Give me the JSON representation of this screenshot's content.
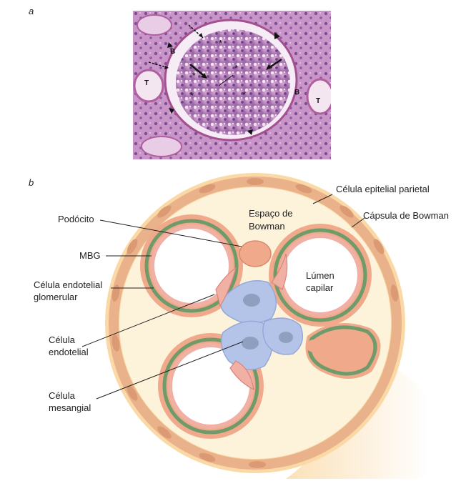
{
  "panel_a": {
    "letter": "a",
    "marks": {
      "bowman": "B",
      "tubule": "T"
    }
  },
  "panel_b": {
    "letter": "b",
    "labels": {
      "parietal": "Célula epitelial parietal",
      "capsule": "Cápsula de Bowman",
      "podocyte": "Podócito",
      "space_line1": "Espaço de",
      "space_line2": "Bowman",
      "mbg": "MBG",
      "glom_endo_line1": "Célula endotelial",
      "glom_endo_line2": "glomerular",
      "lumen_line1": "Lúmen",
      "lumen_line2": "capilar",
      "endo_line1": "Célula",
      "endo_line2": "endotelial",
      "mes_line1": "Célula",
      "mes_line2": "mesangial"
    }
  },
  "colors": {
    "capsule_fill": "#fbe7c4",
    "parietal_cells": "#e9b28a",
    "gbm": "#6f9a6a",
    "podocyte": "#f0a98a",
    "mesangial": "#b4c3e8",
    "endothelial": "#f1b0a4",
    "lumen": "#ffffff"
  }
}
